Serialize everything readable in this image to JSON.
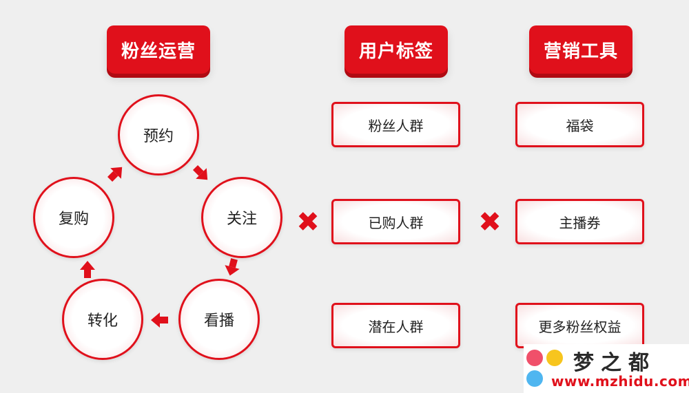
{
  "headers": {
    "fans_ops": "粉丝运营",
    "user_tags": "用户标签",
    "marketing_tools": "营销工具"
  },
  "cycle": {
    "reserve": "预约",
    "follow": "关注",
    "watch": "看播",
    "convert": "转化",
    "repurchase": "复购"
  },
  "user_tags": [
    "粉丝人群",
    "已购人群",
    "潜在人群"
  ],
  "marketing_tools": [
    "福袋",
    "主播券",
    "更多粉丝权益"
  ],
  "operators": {
    "multiply": "✖"
  },
  "watermark": {
    "title": "梦之都",
    "url": "www.mzhidu.com"
  },
  "colors": {
    "accent": "#e0101b",
    "background": "#efefef"
  }
}
